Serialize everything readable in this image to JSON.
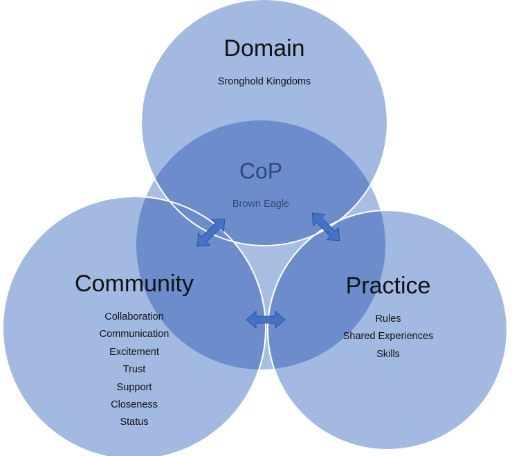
{
  "domain": {
    "title": "Domain",
    "items": [
      "Sronghold Kingdoms"
    ]
  },
  "cop": {
    "title": "CoP",
    "subtitle": "Brown Eagle"
  },
  "community": {
    "title": "Community",
    "items": [
      "Collaboration",
      "Communication",
      "Excitement",
      "Trust",
      "Support",
      "Closeness",
      "Status"
    ]
  },
  "practice": {
    "title": "Practice",
    "items": [
      "Rules",
      "Shared Experiences",
      "Skills"
    ]
  },
  "colors": {
    "circle_fill": "#8eaadb",
    "center_fill": "#6f8fce",
    "circle_stroke": "#ffffff",
    "arrow_fill": "#4472c4",
    "arrow_stroke": "#2f5597"
  }
}
